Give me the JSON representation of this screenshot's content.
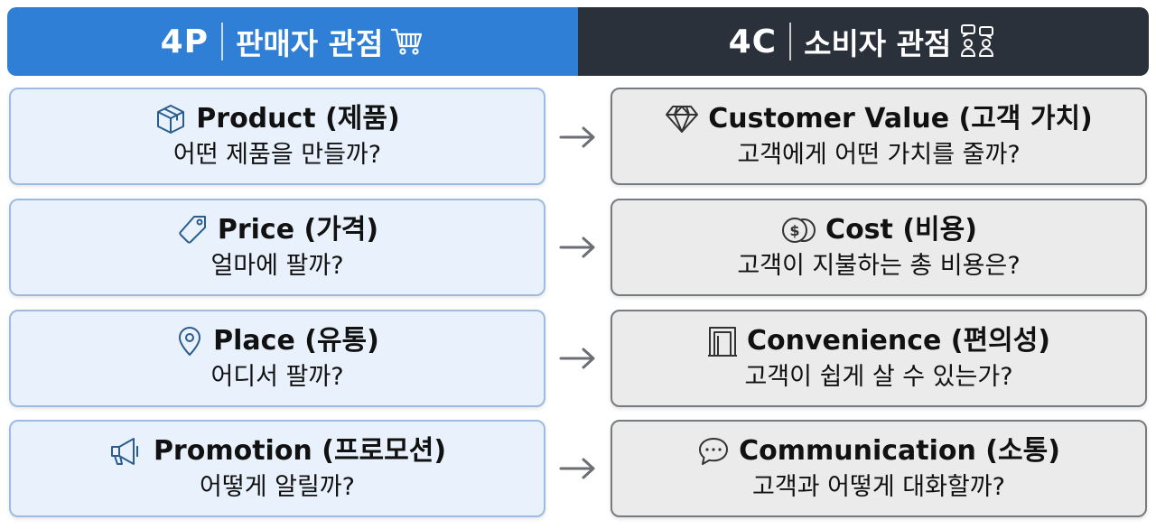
{
  "header_4p": {
    "code": "4P",
    "label": "판매자 관점",
    "icon": "shopping-cart-icon"
  },
  "header_4c": {
    "code": "4C",
    "label": "소비자 관점",
    "icon": "people-chat-icon"
  },
  "rows": [
    {
      "p": {
        "title": "Product (제품)",
        "question": "어떤 제품을 만들까?",
        "icon": "box-icon"
      },
      "c": {
        "title": "Customer Value (고객 가치)",
        "question": "고객에게 어떤 가치를 줄까?",
        "icon": "diamond-icon"
      }
    },
    {
      "p": {
        "title": "Price (가격)",
        "question": "얼마에 팔까?",
        "icon": "price-tag-icon"
      },
      "c": {
        "title": "Cost (비용)",
        "question": "고객이 지불하는 총 비용은?",
        "icon": "coins-icon"
      }
    },
    {
      "p": {
        "title": "Place (유통)",
        "question": "어디서 팔까?",
        "icon": "location-pin-icon"
      },
      "c": {
        "title": "Convenience (편의성)",
        "question": "고객이 쉽게 살 수 있는가?",
        "icon": "door-icon"
      }
    },
    {
      "p": {
        "title": "Promotion (프로모션)",
        "question": "어떻게 알릴까?",
        "icon": "megaphone-icon"
      },
      "c": {
        "title": "Communication (소통)",
        "question": "고객과 어떻게 대화할까?",
        "icon": "chat-bubble-icon"
      }
    }
  ],
  "colors": {
    "header_4p_bg": "#2f7fd6",
    "header_4c_bg": "#2b313b",
    "card_4p_bg": "#e9f2fc",
    "card_4c_bg": "#ebebec",
    "arrow": "#6b6f75"
  }
}
